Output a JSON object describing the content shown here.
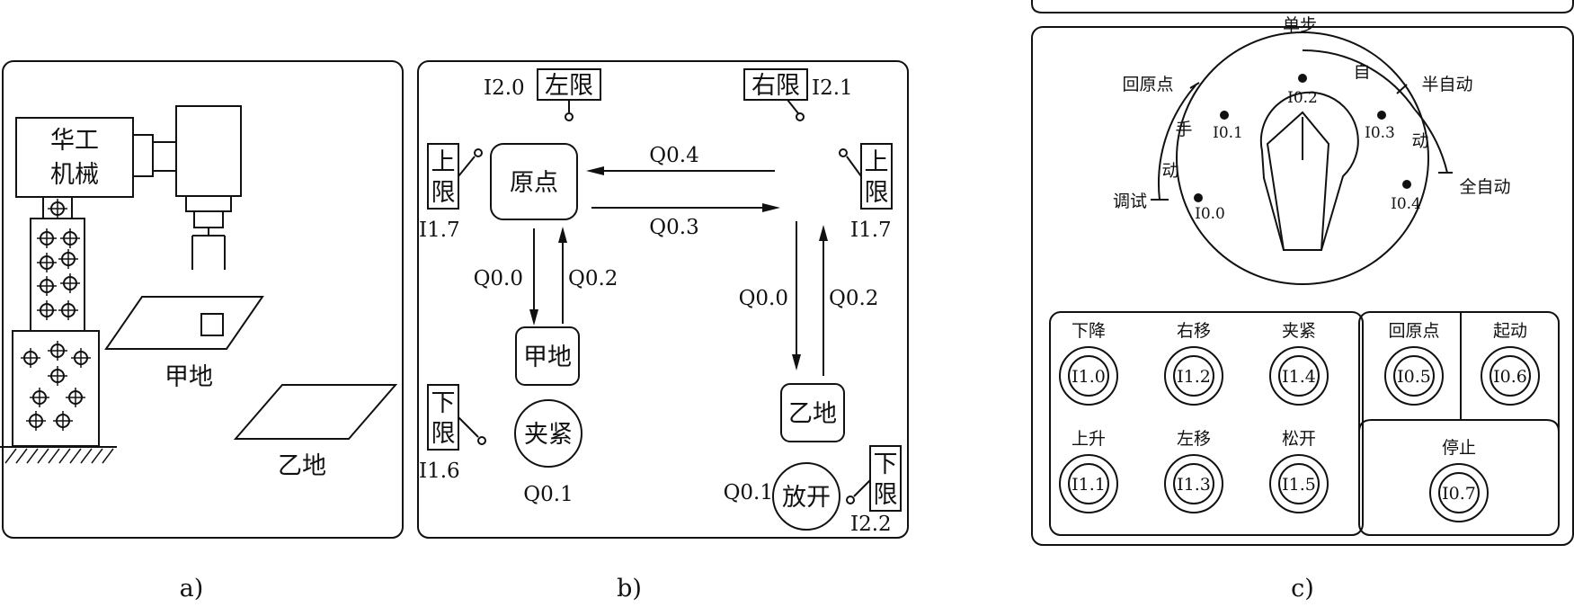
{
  "panel_a": {
    "caption": "a)",
    "company": [
      "华工",
      "机械"
    ],
    "site_a": "甲地",
    "site_b": "乙地"
  },
  "panel_b": {
    "caption": "b)",
    "limits": {
      "left": {
        "io": "I2.0",
        "label": "左限"
      },
      "right": {
        "io": "I2.1",
        "label": "右限"
      },
      "upper_left": {
        "io": "I1.7",
        "label": [
          "上",
          "限"
        ]
      },
      "upper_right": {
        "io": "I1.7",
        "label": [
          "上",
          "限"
        ]
      },
      "lower_left": {
        "io": "I1.6",
        "label": [
          "下",
          "限"
        ]
      },
      "lower_right": {
        "io": "I2.2",
        "label": [
          "下",
          "限"
        ]
      }
    },
    "origin": "原点",
    "site_a": "甲地",
    "site_b": "乙地",
    "clamp": "夹紧",
    "release": "放开",
    "outputs": {
      "left_move": "Q0.4",
      "right_move": "Q0.3",
      "down_left": "Q0.0",
      "up_left": "Q0.2",
      "down_right": "Q0.0",
      "up_right": "Q0.2",
      "clamp": "Q0.1",
      "release": "Q0.1"
    }
  },
  "panel_c": {
    "caption": "c)",
    "selector": {
      "positions": [
        {
          "outer": "调试",
          "io": "I0.0"
        },
        {
          "outer": "回原点",
          "io": "I0.1"
        },
        {
          "outer": "单步",
          "io": "I0.2"
        },
        {
          "outer": "半自动",
          "io": "I0.3"
        },
        {
          "outer": "全自动",
          "io": "I0.4"
        }
      ],
      "manual_arc": [
        "手",
        "动"
      ],
      "auto_arc": [
        "自",
        "动"
      ]
    },
    "buttons": [
      {
        "label": "下降",
        "io": "I1.0"
      },
      {
        "label": "右移",
        "io": "I1.2"
      },
      {
        "label": "夹紧",
        "io": "I1.4"
      },
      {
        "label": "回原点",
        "io": "I0.5"
      },
      {
        "label": "起动",
        "io": "I0.6"
      },
      {
        "label": "上升",
        "io": "I1.1"
      },
      {
        "label": "左移",
        "io": "I1.3"
      },
      {
        "label": "松开",
        "io": "I1.5"
      },
      {
        "label": "停止",
        "io": "I0.7"
      }
    ]
  }
}
